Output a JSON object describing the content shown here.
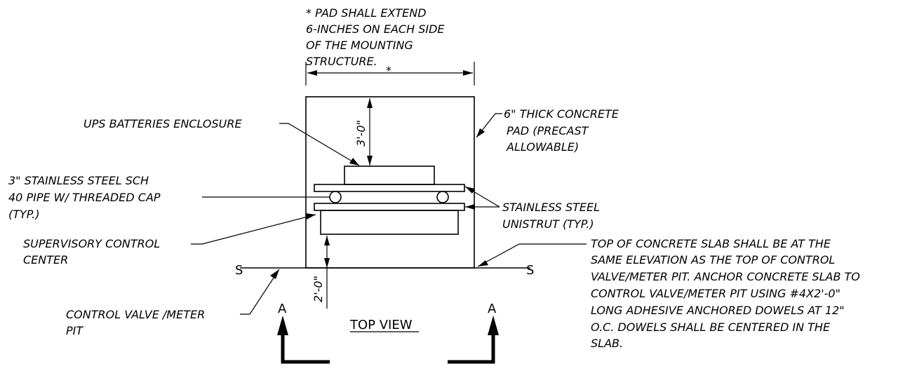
{
  "notes": {
    "pad_extend": [
      "* PAD SHALL EXTEND",
      "6-INCHES ON EACH SIDE",
      "OF THE MOUNTING",
      "STRUCTURE."
    ],
    "concrete_pad": [
      "6\" THICK CONCRETE",
      "PAD (PRECAST",
      "ALLOWABLE)"
    ],
    "ups_batteries": [
      "UPS BATTERIES ENCLOSURE"
    ],
    "pipe": [
      "3\" STAINLESS STEEL SCH",
      "40 PIPE W/ THREADED CAP",
      "(TYP.)"
    ],
    "unistrut": [
      "STAINLESS STEEL",
      "UNISTRUT (TYP.)"
    ],
    "supervisory": [
      "SUPERVISORY CONTROL",
      "CENTER"
    ],
    "control_valve": [
      "CONTROL VALVE /METER",
      "PIT"
    ],
    "slab": [
      "TOP OF CONCRETE SLAB SHALL BE AT THE",
      "SAME ELEVATION AS THE TOP OF CONTROL",
      "VALVE/METER PIT. ANCHOR CONCRETE SLAB TO",
      "CONTROL VALVE/METER PIT USING #4X2'-0\"",
      "LONG ADHESIVE ANCHORED DOWELS AT 12\"",
      "O.C. DOWELS SHALL BE CENTERED IN THE",
      "SLAB."
    ]
  },
  "dimensions": {
    "width_mark": "*",
    "top_clearance": "3'-0\"",
    "bottom_clearance": "2'-0\""
  },
  "view_title": "TOP VIEW",
  "section_marks": {
    "left": "A",
    "right": "A"
  },
  "break_symbol": "S"
}
